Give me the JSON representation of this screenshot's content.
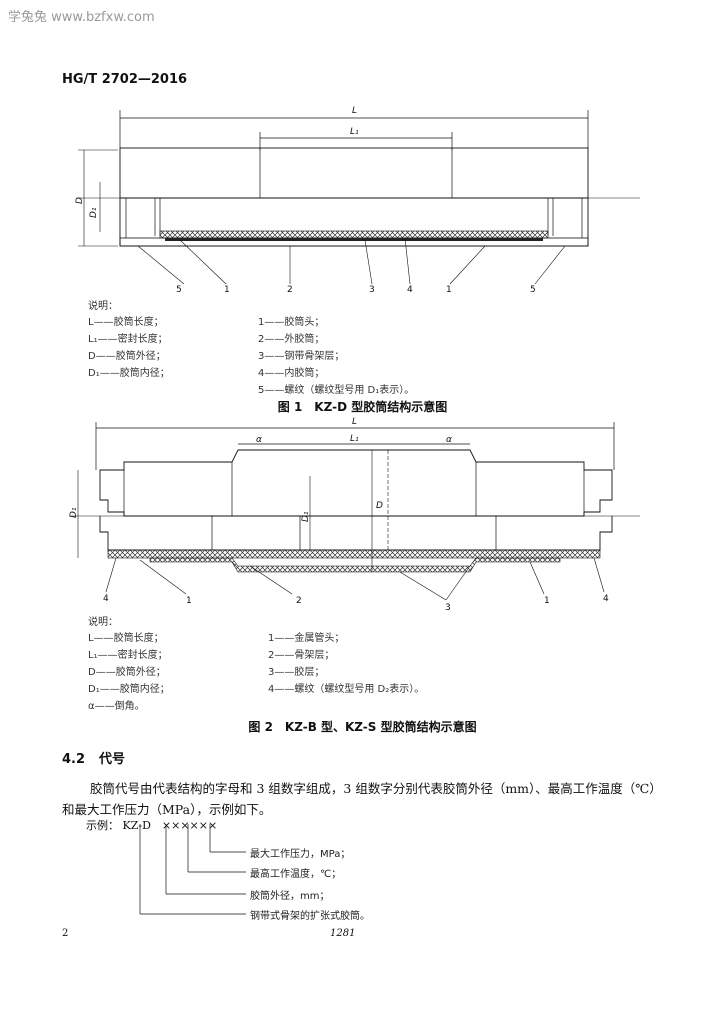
{
  "watermark": "学兔兔 www.bzfxw.com",
  "standard_number": "HG/T 2702—2016",
  "figure1": {
    "labels": {
      "L": "L",
      "L1": "L₁",
      "D": "D",
      "D1": "D₁"
    },
    "callouts": [
      "5",
      "1",
      "2",
      "3",
      "4",
      "1",
      "5"
    ],
    "legend_title": "说明：",
    "legend_left": [
      "L——胶筒长度；",
      "L₁——密封长度；",
      "D——胶筒外径；",
      "D₁——胶筒内径；"
    ],
    "legend_right": [
      "1——胶筒头；",
      "2——外胶筒；",
      "3——钢带骨架层；",
      "4——内胶筒；",
      "5——螺纹（螺纹型号用 D₁表示）。"
    ],
    "caption": "图 1　KZ-D 型胶筒结构示意图"
  },
  "figure2": {
    "labels": {
      "L": "L",
      "L1": "L₁",
      "D": "D",
      "D1": "D₁",
      "alpha": "α"
    },
    "callouts": [
      "4",
      "1",
      "2",
      "3",
      "1",
      "4"
    ],
    "legend_title": "说明：",
    "legend_left": [
      "L——胶筒长度；",
      "L₁——密封长度；",
      "D——胶筒外径；",
      "D₁——胶筒内径；",
      "α——倒角。"
    ],
    "legend_right": [
      "1——金属管头；",
      "2——骨架层；",
      "3——胶层；",
      "4——螺纹（螺纹型号用 D₂表示）。"
    ],
    "caption": "图 2　KZ-B 型、KZ-S 型胶筒结构示意图"
  },
  "section": {
    "number": "4.2",
    "title": "代号",
    "paragraph": "胶筒代号由代表结构的字母和 3 组数字组成，3 组数字分别代表胶筒外径（mm）、最高工作温度（℃）和最大工作压力（MPa），示例如下。",
    "example_label": "示例：",
    "example_code": "KZ-D　××××××",
    "example_lines": [
      "最大工作压力，MPa；",
      "最高工作温度，℃；",
      "胶筒外径，mm；",
      "钢带式骨架的扩张式胶筒。"
    ]
  },
  "footer": {
    "page": "2",
    "center": "1281"
  }
}
